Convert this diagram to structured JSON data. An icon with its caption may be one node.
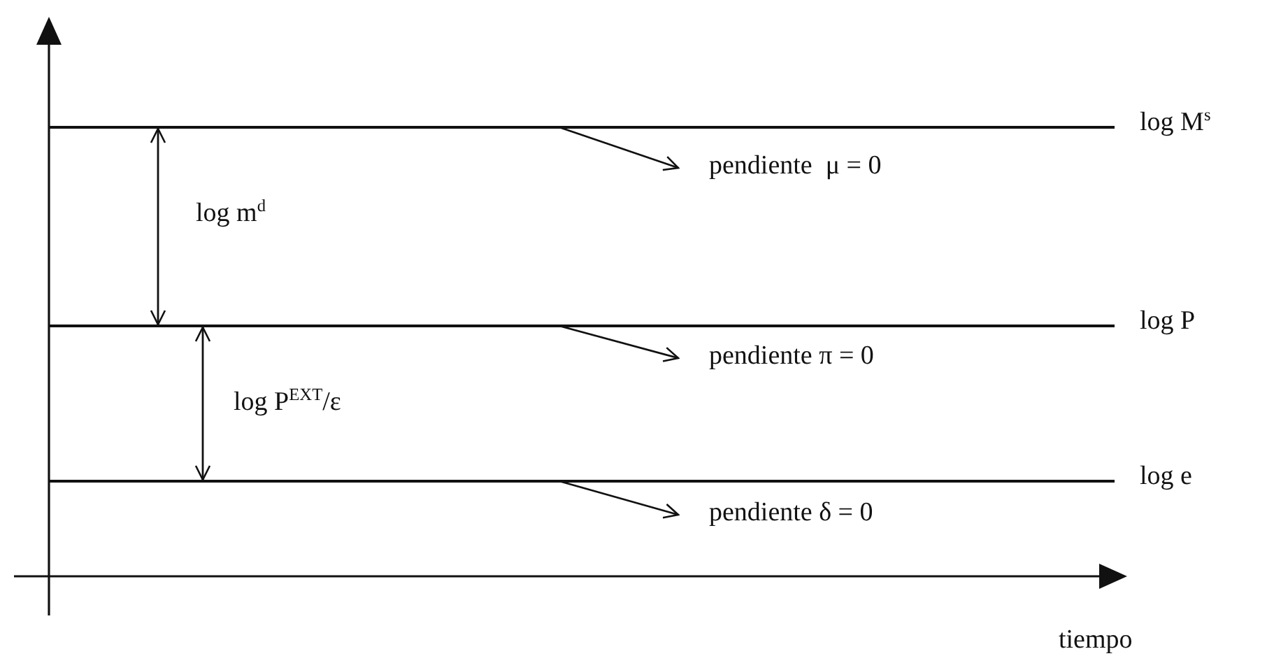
{
  "diagram": {
    "nodes": [
      {
        "text": [],
        "shape": "bar",
        "beside": [
          "log M$^{s}$"
        ]
      },
      {
        "text": [],
        "shape": "bar",
        "beside": [
          "log P"
        ]
      },
      {
        "text": [],
        "shape": "bar",
        "beside": [
          "log e"
        ]
      },
      {
        "text": [
          "pendiente  μ = 0"
        ]
      },
      {
        "text": [
          "pendiente π = 0"
        ]
      },
      {
        "text": [
          "pendiente δ = 0"
        ]
      }
    ],
    "edges": [
      {
        "from": 0,
        "to": 3,
        "arrow": "to"
      },
      {
        "from": 1,
        "to": 4,
        "arrow": "to"
      },
      {
        "from": 2,
        "to": 5,
        "arrow": "to"
      },
      {
        "from": 0,
        "to": 1,
        "arrow": "both"
      },
      {
        "from": 1,
        "to": 2,
        "arrow": "both"
      }
    ],
    "labels": [
      "log m$^{d}$",
      "log P$^{EXT}$/ε",
      "tiempo"
    ]
  }
}
